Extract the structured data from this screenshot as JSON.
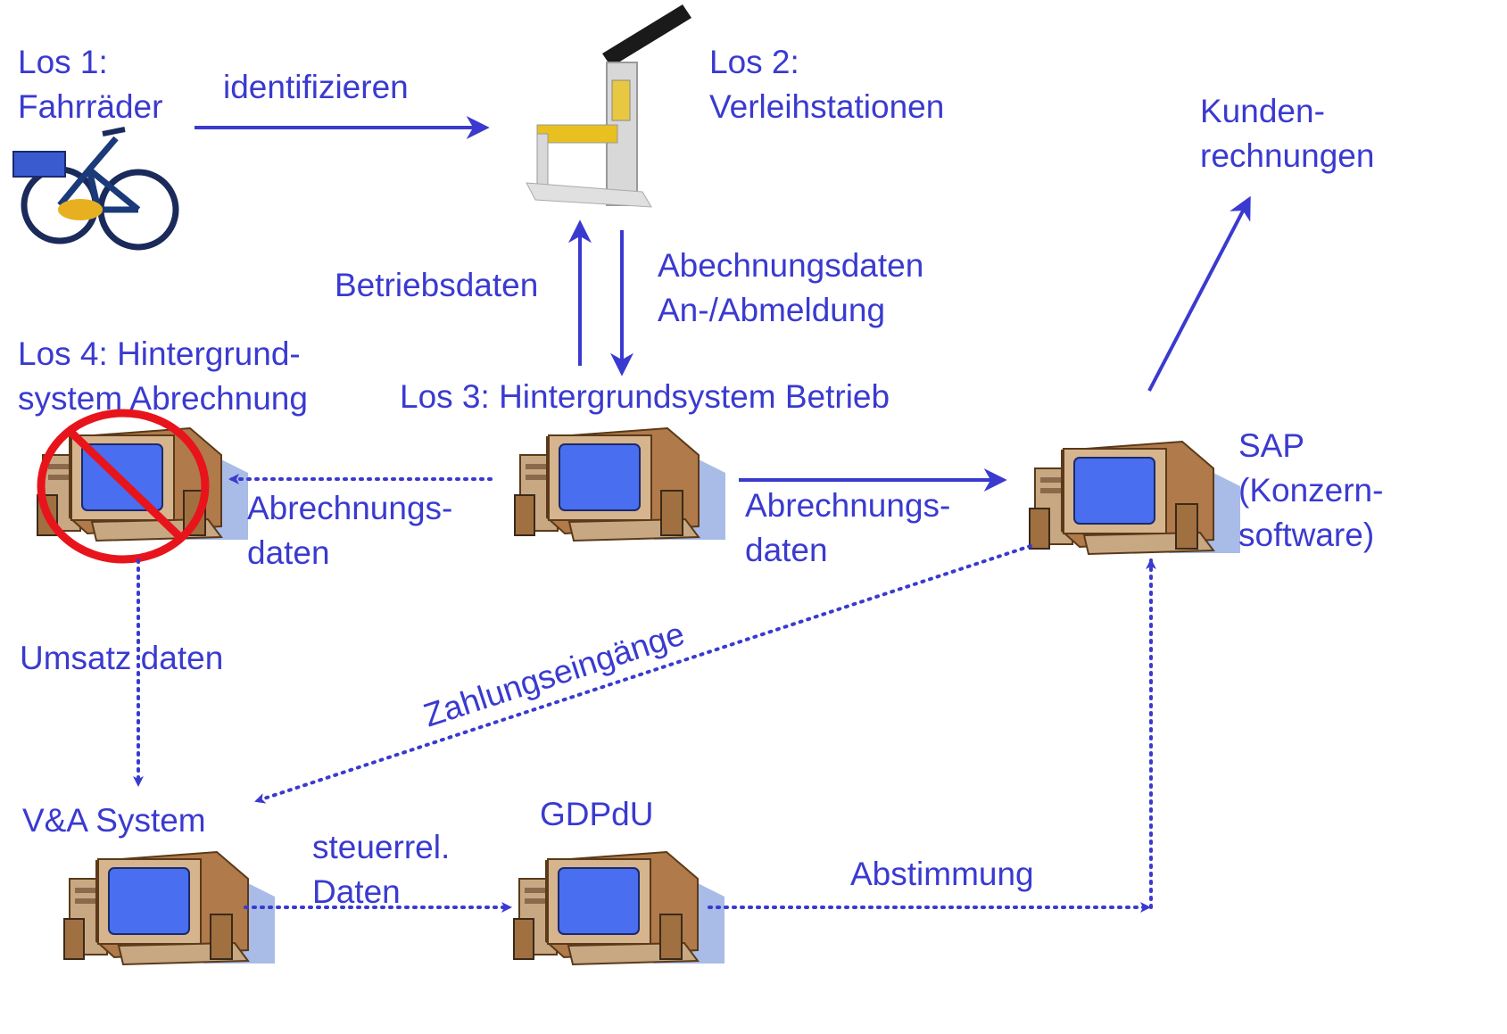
{
  "labels": {
    "los1": "Los 1:\nFahrräder",
    "identifizieren": "identifizieren",
    "los2": "Los 2:\nVerleihstationen",
    "kunden": "Kunden-\nrechnungen",
    "betriebsdaten": "Betriebsdaten",
    "abechnungsdaten": "Abechnungsdaten\nAn-/Abmeldung",
    "los4": "Los 4: Hintergrund-\nsystem Abrechnung",
    "los3": "Los 3: Hintergrundsystem Betrieb",
    "sap": "SAP\n(Konzern-\nsoftware)",
    "abr_left": "Abrechnungs-\ndaten",
    "abr_right": "Abrechnungs-\ndaten",
    "umsatz": "Umsatz daten",
    "zahlung": "Zahlungseingänge",
    "va": "V&A System",
    "gdpdu": "GDPdU",
    "steuer": "steuerrel.\nDaten",
    "abstimmung": "Abstimmung"
  },
  "colors": {
    "text": "#3a3ad0",
    "arrow": "#3a3ad0",
    "prohibited": "#e8141c",
    "monitor_body": "#c8a882",
    "monitor_screen": "#4a6ef0",
    "monitor_shadow": "#a9bce8"
  },
  "icons": [
    "bicycle-icon",
    "rental-station-icon",
    "computer-icon",
    "prohibited-icon"
  ]
}
